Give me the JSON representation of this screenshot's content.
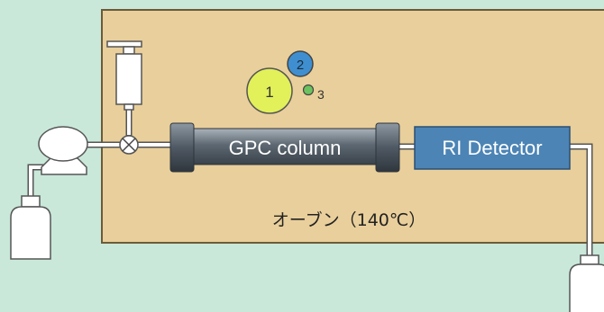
{
  "diagram": {
    "column_label": "GPC column",
    "detector_label": "RI Detector",
    "oven_label": "オーブン（140℃）",
    "particles": [
      {
        "label": "1",
        "color": "#e2f05a"
      },
      {
        "label": "2",
        "color": "#3f8fd0"
      },
      {
        "label": "3",
        "color": "#6cc25e"
      }
    ]
  },
  "colors": {
    "background": "#c9e8da",
    "oven": "#e9cf9b",
    "column": "#5f6b75",
    "detector": "#4c84b5",
    "tubing": "#ffffff"
  }
}
